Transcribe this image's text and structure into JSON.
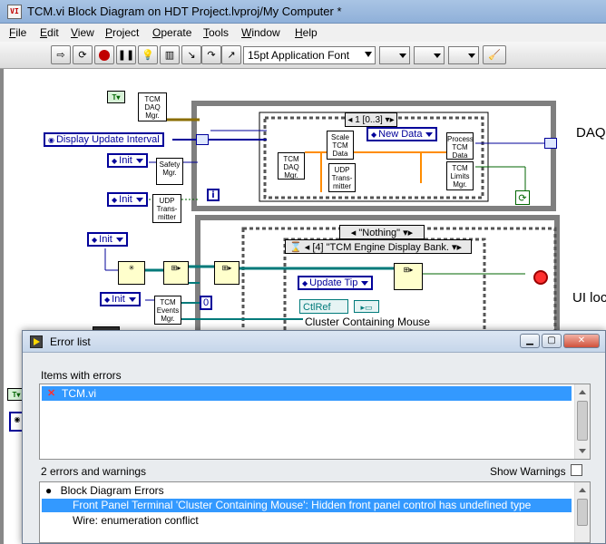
{
  "window": {
    "title": "TCM.vi Block Diagram on HDT Project.lvproj/My Computer *"
  },
  "menu": [
    {
      "label": "File"
    },
    {
      "label": "Edit"
    },
    {
      "label": "View"
    },
    {
      "label": "Project"
    },
    {
      "label": "Operate"
    },
    {
      "label": "Tools"
    },
    {
      "label": "Window"
    },
    {
      "label": "Help"
    }
  ],
  "toolbar": {
    "font_selector": "15pt Application Font"
  },
  "diagram": {
    "nodes": {
      "tcm_daq_mgr_top": "TCM DAQ Mgr.",
      "tcm_daq_mgr_inner": "TCM DAQ Mgr.",
      "scale_tcm_data": "Scale TCM Data",
      "udp_transmitter_inner": "UDP Trans-mitter",
      "process_tcm_data": "Process TCM Data",
      "tcm_limits_mgr": "TCM Limits Mgr.",
      "safety_mgr": "Safety Mgr.",
      "udp_transmitter": "UDP Trans-mitter",
      "tcm_events_mgr": "TCM Events Mgr."
    },
    "controls": {
      "display_update_interval": "Display Update Interval",
      "init_1": "Init",
      "init_2": "Init",
      "init_3": "Init",
      "init_4": "Init",
      "update_tip": "Update Tip",
      "ctlref": "CtlRef",
      "cluster_label": "Cluster Containing Mouse"
    },
    "structures": {
      "case_range": "1 [0..3]",
      "case_new_data": "New Data",
      "case_nothing": "\"Nothing\"",
      "event_case": "[4] \"TCM Engine Display Bank.",
      "const_zero": "0",
      "iter": "i"
    },
    "side_labels": {
      "daq": "DAQ",
      "ui": "UI loc"
    },
    "colors": {
      "enum_blue": "#00009a",
      "wire_orange": "#ff8c00",
      "wire_teal": "#007a7a",
      "wire_green": "#006600",
      "struct_gray": "#7f7f7f"
    }
  },
  "error_list": {
    "title": "Error list",
    "items_header": "Items with errors",
    "items": [
      {
        "label": "TCM.vi",
        "selected": true
      }
    ],
    "summary": "2 errors and warnings",
    "show_warnings_label": "Show Warnings",
    "show_warnings_checked": false,
    "details": {
      "group": "Block Diagram Errors",
      "errors": [
        {
          "text": "Front Panel Terminal 'Cluster Containing Mouse': Hidden front panel control has undefined type",
          "selected": true
        },
        {
          "text": "Wire: enumeration conflict",
          "selected": false
        }
      ]
    }
  }
}
